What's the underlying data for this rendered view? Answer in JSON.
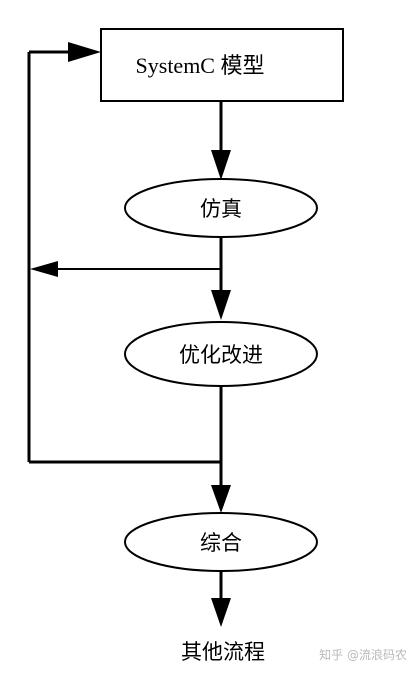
{
  "nodes": {
    "model": "SystemC 模型",
    "simulation": "仿真",
    "optimize": "优化改进",
    "synthesis": "综合",
    "other_flow": "其他流程"
  },
  "watermark": "知乎 @流浪码农",
  "colors": {
    "stroke": "#000000",
    "background": "#ffffff",
    "watermark": "#b9b9b9"
  }
}
